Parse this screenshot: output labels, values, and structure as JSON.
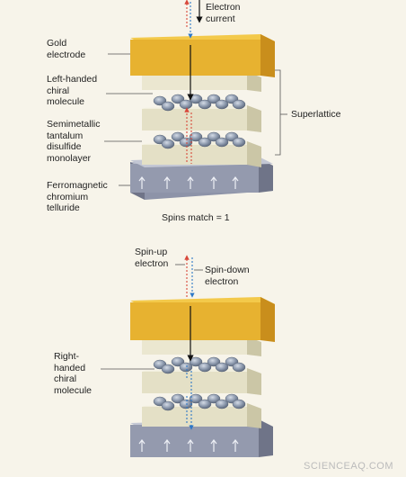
{
  "top_panel": {
    "electron_current": "Electron\ncurrent",
    "gold_electrode": "Gold\nelectrode",
    "left_handed": "Left-handed\nchiral\nmolecule",
    "semimetallic": "Semimetallic\ntantalum\ndisulfide\nmonolayer",
    "ferromagnetic": "Ferromagnetic\nchromium\ntelluride",
    "superlattice": "Superlattice",
    "spins_match": "Spins match = 1"
  },
  "bottom_panel": {
    "spin_up": "Spin-up\nelectron",
    "spin_down": "Spin-down\nelectron",
    "right_handed": "Right-\nhanded\nchiral\nmolecule"
  },
  "watermark": "SCIENCEAQ.COM",
  "colors": {
    "gold_top": "#f3c94a",
    "gold_front": "#e4ac2b",
    "gold_side": "#c98e1c",
    "slab_top": "#f2efde",
    "slab_front": "#e4e0c6",
    "slab_side": "#cbc6a6",
    "ferro_top": "#b9bdcb",
    "ferro_front": "#8d93a8",
    "ferro_side": "#6f7488",
    "spin_up": "#d8473a",
    "spin_down": "#2e78c7",
    "current_arrow": "#111111"
  }
}
